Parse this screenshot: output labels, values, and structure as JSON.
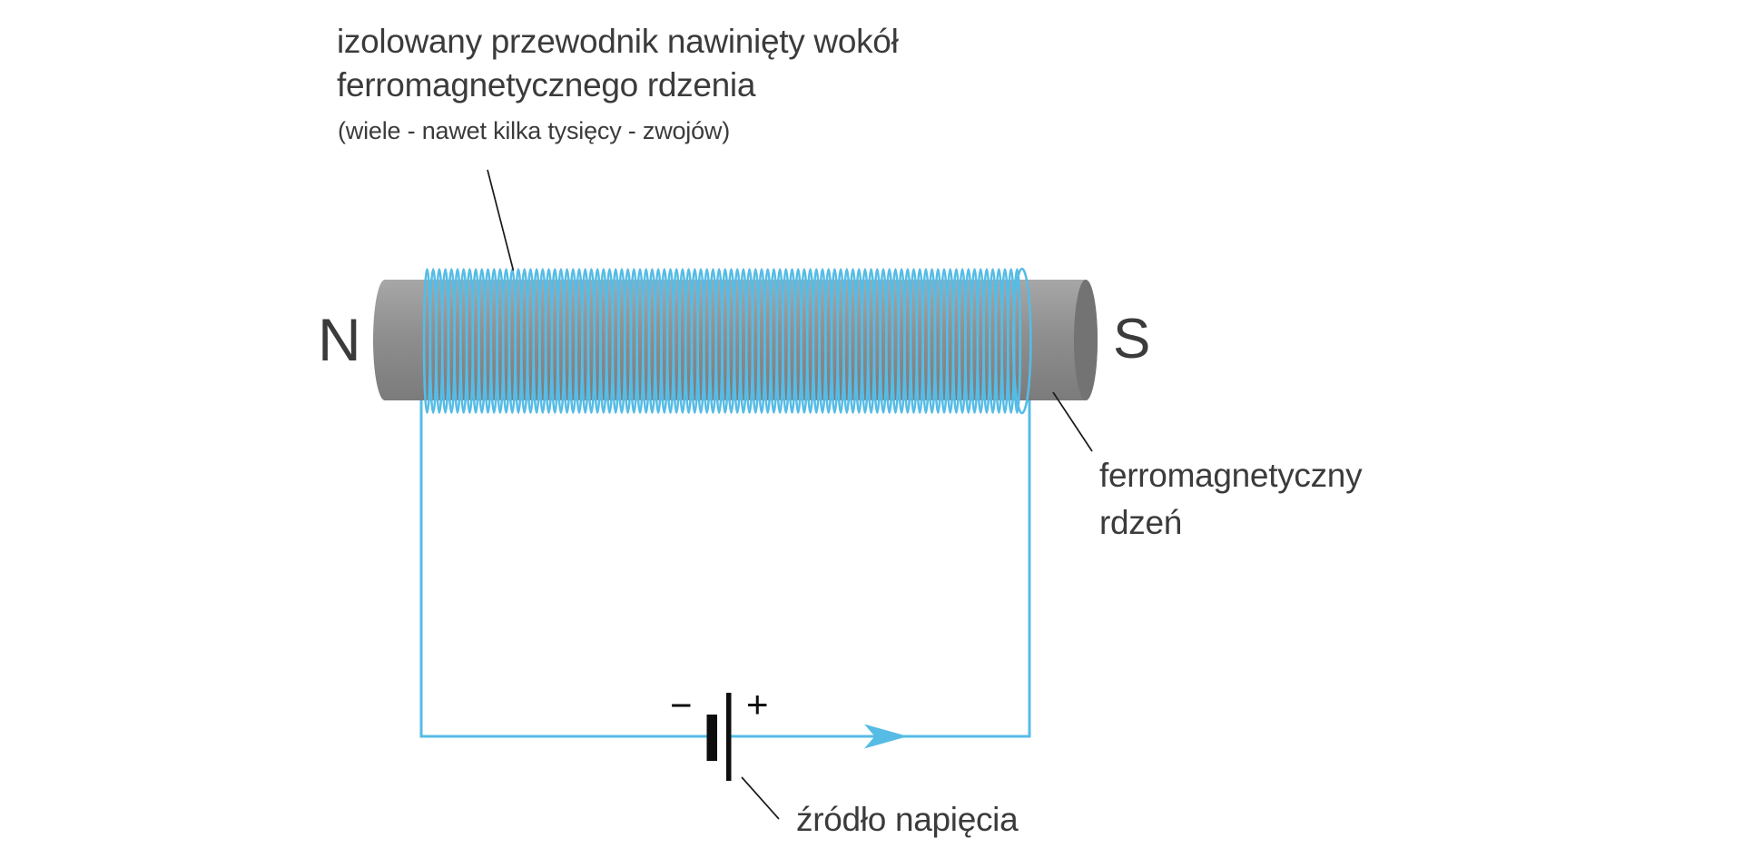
{
  "figure": {
    "coil_label": {
      "line1": "izolowany przewodnik nawinięty wokół",
      "line2": "ferromagnetycznego rdzenia",
      "note": "(wiele - nawet kilka tysięcy - zwojów)"
    },
    "poles": {
      "north": "N",
      "south": "S"
    },
    "core_label": {
      "line1": "ferromagnetyczny",
      "line2": "rdzeń"
    },
    "source_label": "źródło napięcia",
    "battery": {
      "minus": "−",
      "plus": "+"
    },
    "colors": {
      "wire_blue": "#56bce6",
      "core_top": "#a7a7a7",
      "core_mid": "#8f8f8f",
      "core_bottom": "#7b7b7b",
      "core_cap": "#737373",
      "text": "#3b3b3b",
      "pointer_line": "#1a1a1a",
      "battery_black": "#0d0d0d"
    }
  }
}
